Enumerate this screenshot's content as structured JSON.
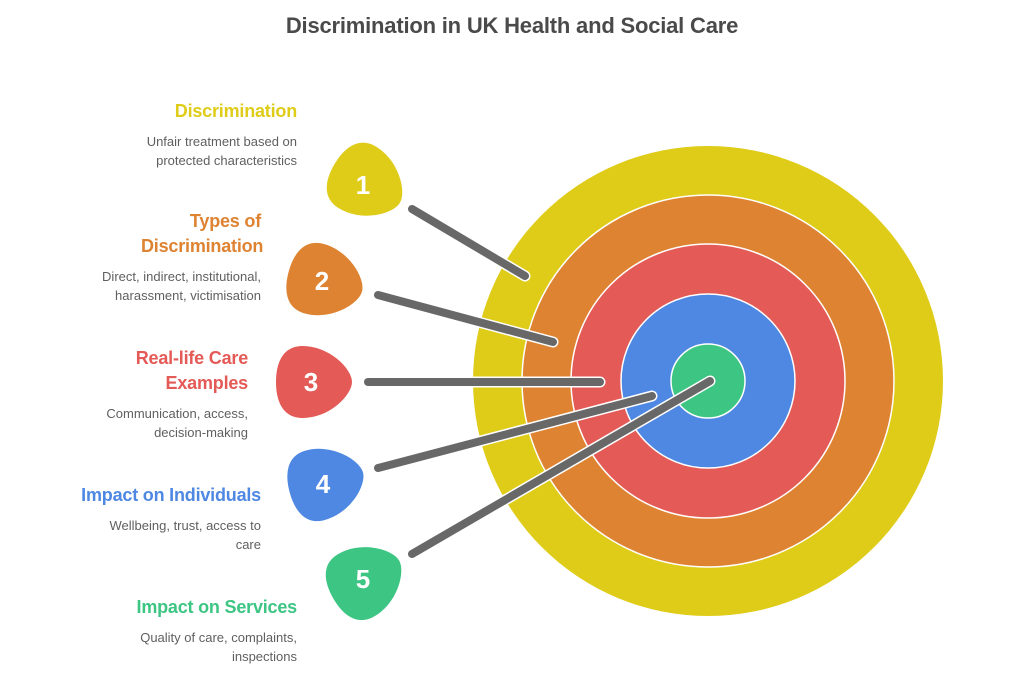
{
  "title": "Discrimination in UK Health and Social Care",
  "colors": {
    "yellow": "#dfcc19",
    "orange": "#de8331",
    "red": "#e45a56",
    "blue": "#4e88e3",
    "green": "#3dc583",
    "dart_shaft": "#686868",
    "title_text": "#4a4a4a",
    "desc_text": "#5f5f5f"
  },
  "items": [
    {
      "number": "1",
      "heading": "Discrimination",
      "description": "Unfair treatment based on protected characteristics",
      "color": "#dfcc19",
      "ring": "outer"
    },
    {
      "number": "2",
      "heading": "Types of Discrimination",
      "description": "Direct, indirect, institutional, harassment, victimisation",
      "color": "#de8331",
      "ring": "second"
    },
    {
      "number": "3",
      "heading": "Real-life Care Examples",
      "description": "Communication, access, decision-making",
      "color": "#e45a56",
      "ring": "third"
    },
    {
      "number": "4",
      "heading": "Impact on Individuals",
      "description": "Wellbeing, trust, access to care",
      "color": "#4e88e3",
      "ring": "fourth"
    },
    {
      "number": "5",
      "heading": "Impact on Services",
      "description": "Quality of care, complaints, inspections",
      "color": "#3dc583",
      "ring": "bullseye"
    }
  ]
}
